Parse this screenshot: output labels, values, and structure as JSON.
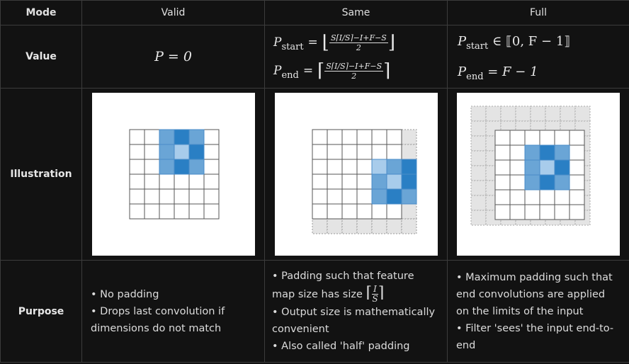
{
  "header": {
    "mode_label": "Mode",
    "valid_label": "Valid",
    "same_label": "Same",
    "full_label": "Full"
  },
  "rows": {
    "value_label": "Value",
    "illustration_label": "Illustration",
    "purpose_label": "Purpose"
  },
  "values": {
    "valid": "P = 0",
    "same_start_prefix": "P",
    "same_start_sub": "start",
    "same_start_num": "S⌈I/S⌉−I+F−S",
    "same_den": "2",
    "same_end_sub": "end",
    "full_start_sub": "start",
    "full_start_rhs": "∈ ⟦0, F − 1⟧",
    "full_end_sub": "end",
    "full_end_rhs": "= F − 1"
  },
  "purpose": {
    "valid": [
      "• No padding",
      "• Drops last convolution if dimensions do not match"
    ],
    "same_1": "• Padding such that feature map size has size",
    "same_frac_num": "I",
    "same_frac_den": "S",
    "same_2": "• Output size is mathematically convenient",
    "same_3": "• Also called 'half' padding",
    "full": [
      "• Maximum padding such that end convolutions are applied on the limits of the input",
      "• Filter 'sees' the input end-to-end"
    ]
  },
  "colors": {
    "dark_blue": "#2a7fc4",
    "mid_blue": "#6aa5d6",
    "light_blue": "#a8cceb",
    "padding_gray": "#e4e4e4"
  }
}
